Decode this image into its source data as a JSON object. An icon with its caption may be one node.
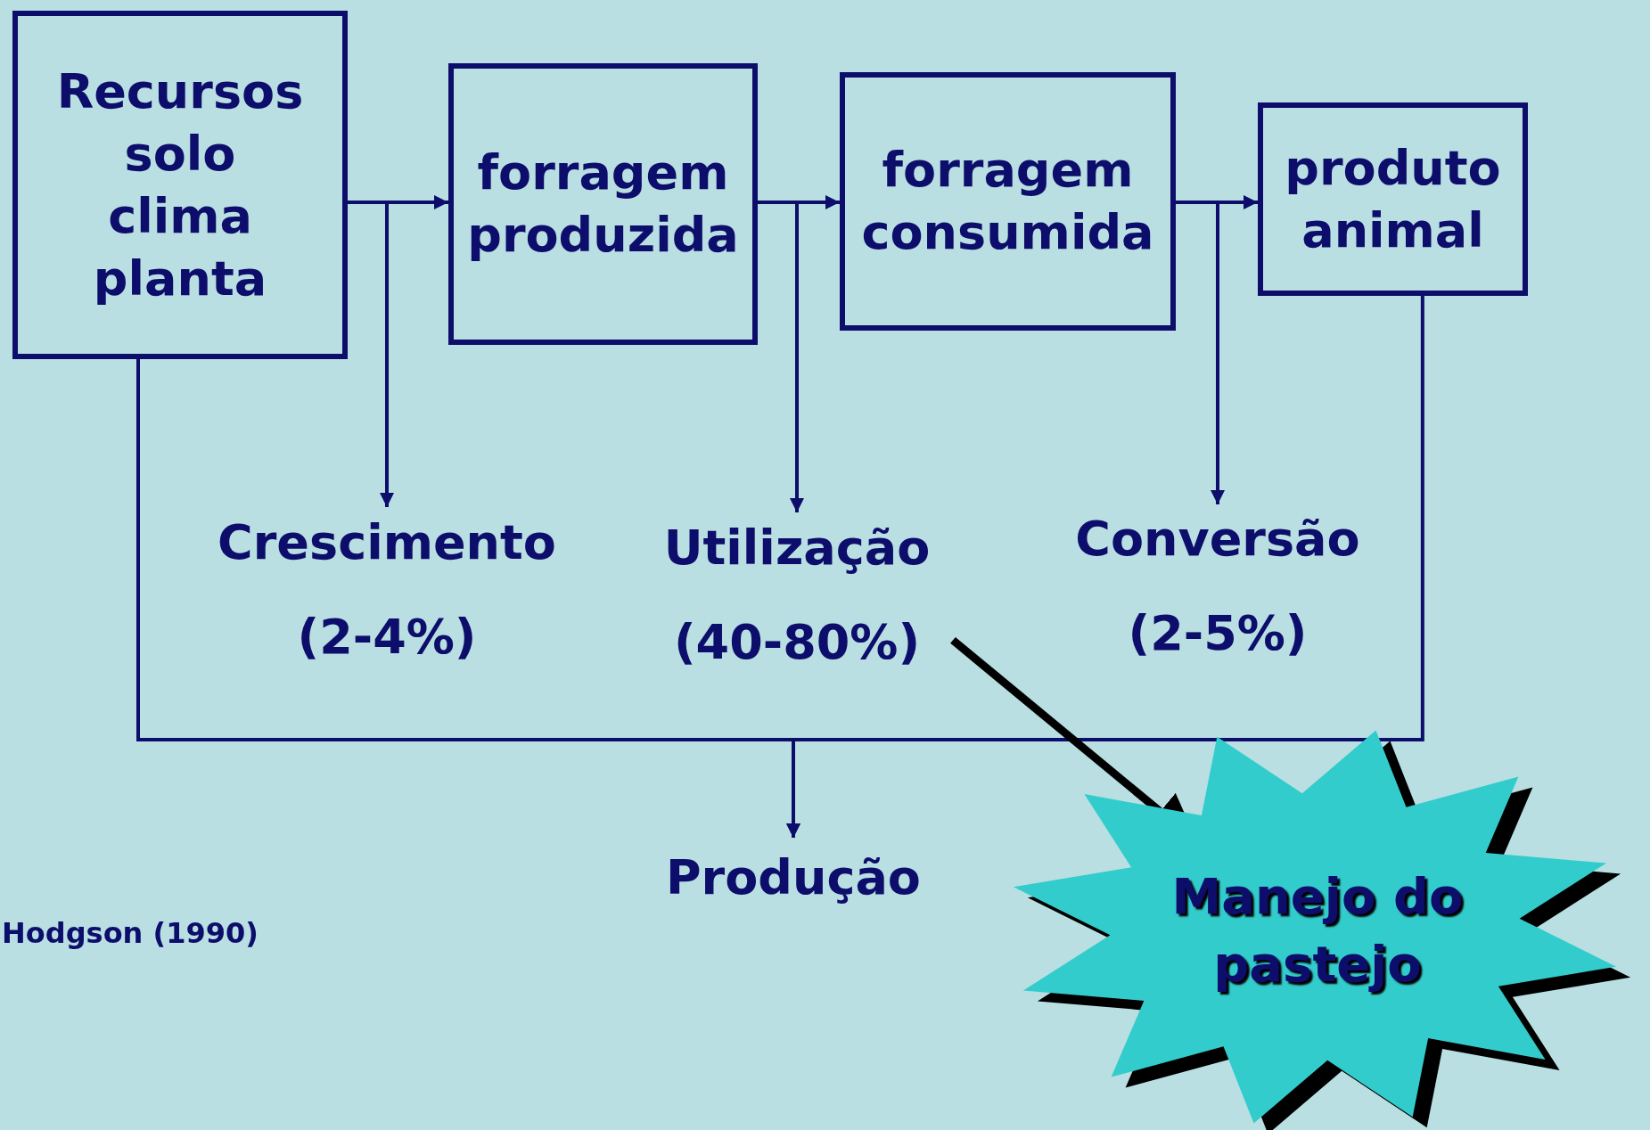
{
  "diagram": {
    "nodes": [
      {
        "text": [
          "Recursos solo clima planta"
        ]
      },
      {
        "text": [
          "forragem produzida"
        ]
      },
      {
        "text": [
          "forragem consumida"
        ]
      },
      {
        "text": [
          "produto animal"
        ]
      },
      {
        "text": [
          "Crescimento",
          "(2-4%)"
        ]
      },
      {
        "text": [
          "Utilização",
          "(40-80%)"
        ]
      },
      {
        "text": [
          "Conversão",
          "(2-5%)"
        ]
      },
      {
        "text": [
          "Produção"
        ]
      },
      {
        "text": [
          "Manejo do pastejo"
        ]
      }
    ],
    "edges": [
      {
        "from": 0,
        "to": 1,
        "arrow": "to"
      },
      {
        "from": 1,
        "to": 2,
        "arrow": "to"
      },
      {
        "from": 2,
        "to": 3,
        "arrow": "to"
      },
      {
        "from": 0,
        "to": 4,
        "arrow": "to"
      },
      {
        "from": 1,
        "to": 5,
        "arrow": "to"
      },
      {
        "from": 2,
        "to": 6,
        "arrow": "to"
      },
      {
        "from": 0,
        "to": 7,
        "arrow": "to"
      },
      {
        "from": 3,
        "to": 7,
        "arrow": "to"
      },
      {
        "from": 5,
        "to": 8,
        "arrow": "to",
        "style": "thick",
        "color": "#000000"
      }
    ],
    "labels": [
      "Hodgson (1990)"
    ]
  }
}
